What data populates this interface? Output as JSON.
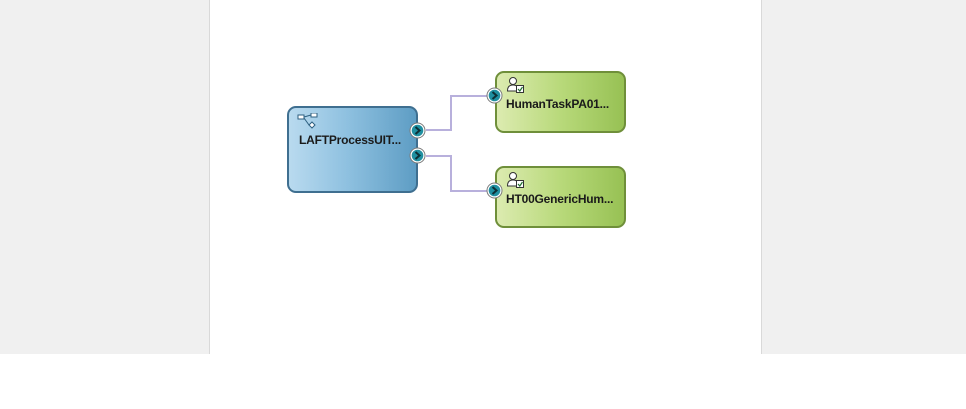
{
  "composite": {
    "process_component": {
      "label": "LAFTProcessUIT...",
      "icon": "bpel-process-icon"
    },
    "human_tasks": [
      {
        "label": "HumanTaskPA01...",
        "icon": "human-task-icon"
      },
      {
        "label": "HT00GenericHum...",
        "icon": "human-task-icon"
      }
    ],
    "colors": {
      "process_fill": "#8fc1e0",
      "process_border": "#3f6f90",
      "task_fill": "#b8d97a",
      "task_border": "#6f8f3a",
      "wire": "#b8b0dc",
      "port": "#1f8fa0",
      "canvas_gutter": "#f0f0f0"
    }
  }
}
